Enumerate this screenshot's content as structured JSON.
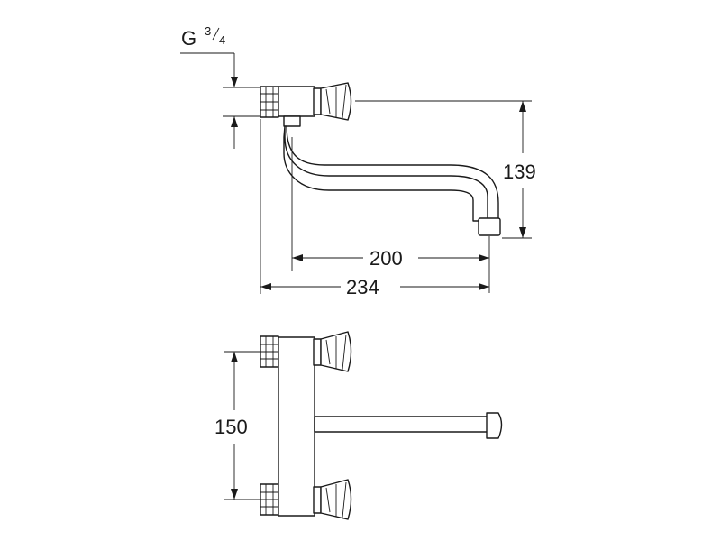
{
  "thread": {
    "letter": "G",
    "frac_num": "3",
    "frac_den": "4"
  },
  "dimensions": {
    "height_139": "139",
    "reach_200": "200",
    "overall_234": "234",
    "centers_150": "150"
  }
}
